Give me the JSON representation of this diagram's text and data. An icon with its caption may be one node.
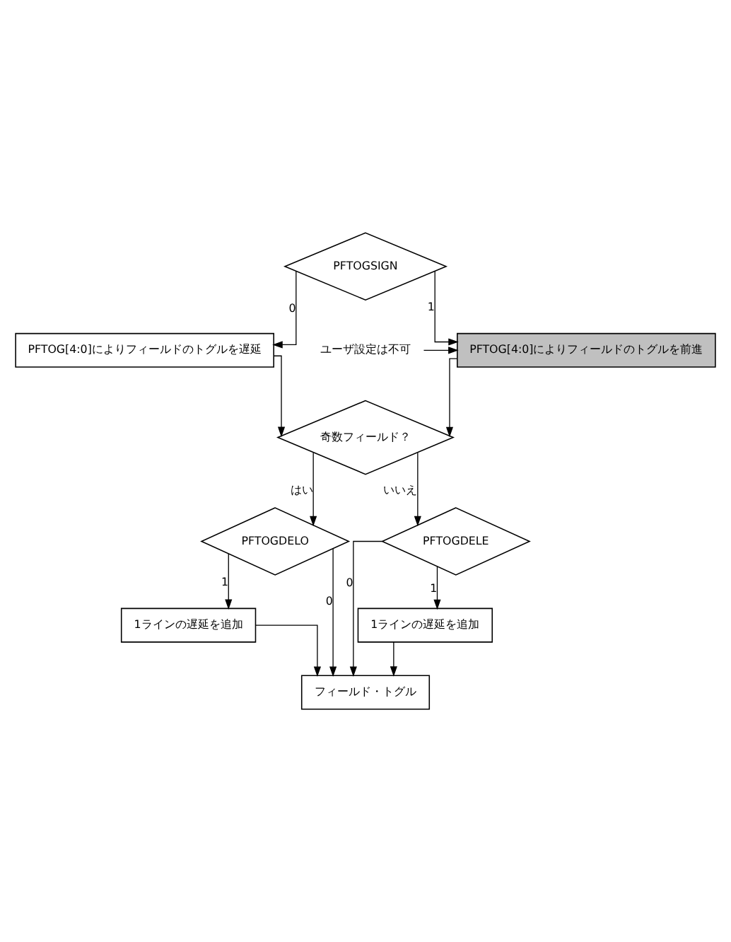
{
  "diagram": {
    "nodes": [
      {
        "text": [
          "PFTOGSIGN"
        ]
      },
      {
        "text": [
          "PFTOG[4:0]によりフィールドのトグルを前進"
        ]
      },
      {
        "text": [
          "PFTOG[4:0]によりフィールドのトグルを遅延"
        ]
      },
      {
        "text": [
          "ユーザ設定は不可"
        ]
      },
      {
        "text": [
          "奇数フィールド？"
        ]
      },
      {
        "text": [
          "PFTOGDELO"
        ]
      },
      {
        "text": [
          "PFTOGDELE"
        ]
      },
      {
        "text": [
          "1ラインの遅延を追加"
        ]
      },
      {
        "text": [
          "1ラインの遅延を追加"
        ]
      },
      {
        "text": [
          "フィールド・トグル"
        ]
      }
    ],
    "edges": [
      {
        "from": 0,
        "to": 1,
        "arrow": "to",
        "label": "1"
      },
      {
        "from": 0,
        "to": 2,
        "arrow": "to",
        "label": "0"
      },
      {
        "from": 3,
        "to": 1,
        "arrow": "to"
      },
      {
        "from": 1,
        "to": 4,
        "arrow": "to"
      },
      {
        "from": 2,
        "to": 4,
        "arrow": "to"
      },
      {
        "from": 4,
        "to": 5,
        "arrow": "to",
        "label": "はい"
      },
      {
        "from": 4,
        "to": 6,
        "arrow": "to",
        "label": "いいえ"
      },
      {
        "from": 5,
        "to": 7,
        "arrow": "to",
        "label": "1"
      },
      {
        "from": 5,
        "to": 9,
        "arrow": "to",
        "label": "0"
      },
      {
        "from": 6,
        "to": 9,
        "arrow": "to",
        "label": "0"
      },
      {
        "from": 6,
        "to": 8,
        "arrow": "to",
        "label": "1"
      },
      {
        "from": 7,
        "to": 9,
        "arrow": "to"
      },
      {
        "from": 8,
        "to": 9,
        "arrow": "to"
      }
    ]
  }
}
